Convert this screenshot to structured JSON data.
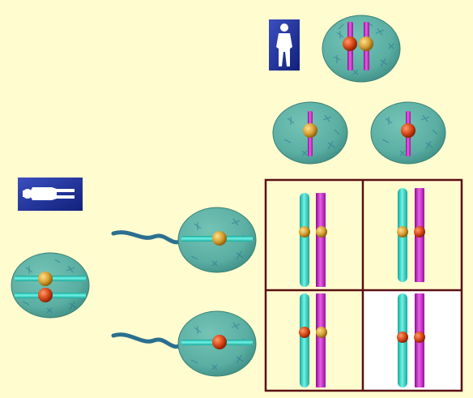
{
  "diagram": {
    "type": "punnett-square",
    "colors": {
      "background": "#fffccf",
      "cell_fill": "#5aaea2",
      "cell_shade": "#3f8f86",
      "cell_pattern": "#2a6f8f",
      "chromosome_cyan": "#2fd8c8",
      "chromosome_magenta": "#c020c0",
      "allele_gold": "#d6a035",
      "allele_red": "#d84818",
      "grid_border": "#5a0f14",
      "icon_box": "#1d2f93",
      "icon_figure": "#ffffff"
    },
    "mother": {
      "icon": "female-silhouette-icon",
      "alleles": [
        "red",
        "gold"
      ]
    },
    "mother_gametes": [
      {
        "allele": "gold"
      },
      {
        "allele": "red"
      }
    ],
    "father": {
      "icon": "male-silhouette-icon",
      "alleles": [
        "gold",
        "red"
      ]
    },
    "father_gametes": [
      {
        "allele": "gold"
      },
      {
        "allele": "red"
      }
    ],
    "offspring": [
      {
        "left": "gold",
        "right": "gold",
        "bg": "#fffccf"
      },
      {
        "left": "gold",
        "right": "red",
        "bg": "#fffccf"
      },
      {
        "left": "red",
        "right": "gold",
        "bg": "#fffccf"
      },
      {
        "left": "red",
        "right": "red",
        "bg": "#ffffff"
      }
    ]
  }
}
